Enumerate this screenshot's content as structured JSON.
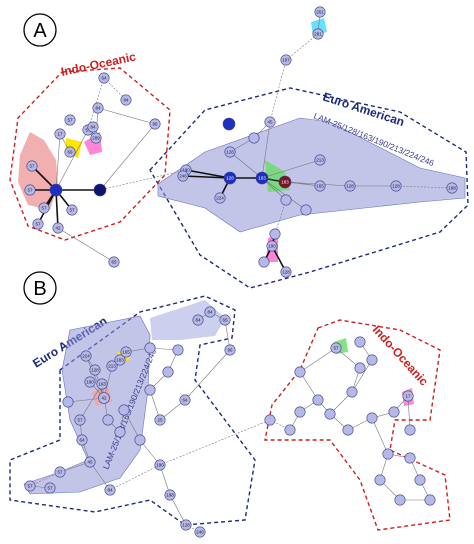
{
  "figure": {
    "panels": [
      {
        "letter": "A",
        "groups": [
          {
            "title": "Indo-Oceanic",
            "color": "#cc1f1f"
          },
          {
            "title": "Euro American",
            "color": "#1c2b7a"
          }
        ],
        "lineage_label": "LAM-25/128/163/190/213/224/246",
        "nodes": [
          "64",
          "84",
          "57",
          "57",
          "57",
          "57",
          "17",
          "84",
          "57",
          "57",
          "42",
          "128",
          "163",
          "190",
          "213",
          "224",
          "246",
          "183",
          "165",
          "45",
          "197",
          "281",
          "261",
          "289",
          "84",
          "69",
          "96",
          "57",
          "65",
          "128",
          "128",
          "128",
          "198",
          "190",
          "128"
        ]
      },
      {
        "letter": "B",
        "groups": [
          {
            "title": "Euro American",
            "color": "#1c2b7a"
          },
          {
            "title": "Indo-Oceanic",
            "color": "#cc1f1f"
          }
        ],
        "lineage_label": "LAM-25/128/163/190/213/224/246",
        "nodes": [
          "42",
          "224",
          "128",
          "163",
          "190",
          "213",
          "183",
          "165",
          "84",
          "57",
          "64",
          "45",
          "57",
          "57",
          "57",
          "84",
          "190",
          "198",
          "128",
          "246",
          "25",
          "64",
          "96",
          "65",
          "84",
          "57",
          "17"
        ]
      }
    ],
    "colors": {
      "node_fill": "#b6b8e6",
      "node_stroke": "#3a3f8c",
      "hub_blue": "#1f2fbf",
      "hub_dark": "#0d1470",
      "hub_red": "#7a1420",
      "shade_blue": "#8f94d6",
      "shade_red": "#f1a6a6",
      "shade_yellow": "#ffe600",
      "shade_pink": "#ff66cc",
      "shade_green": "#6fdc6f",
      "shade_cyan": "#66e0ff"
    }
  }
}
